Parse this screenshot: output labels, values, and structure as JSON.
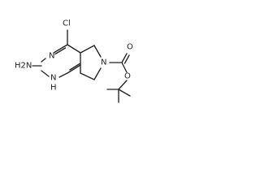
{
  "atoms": {
    "chlorine": "Cl",
    "amine": "H2N",
    "nitrogen": "N",
    "ring_nh": "N",
    "ring_h": "H",
    "carbonyl_oxygen": "O",
    "ester_oxygen": "O"
  },
  "colors": {
    "bond": "#222222",
    "label": "#222222",
    "background": "#ffffff"
  }
}
